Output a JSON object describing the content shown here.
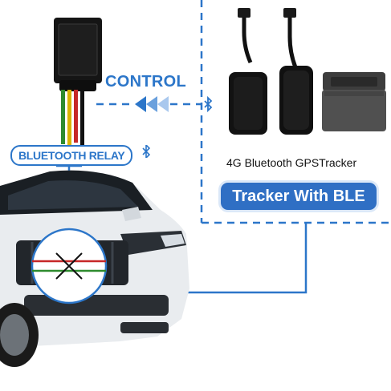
{
  "labels": {
    "control": "CONTROL",
    "bluetooth_relay": "BLUETOOTH RELAY",
    "tracker_caption": "4G Bluetooth GPSTracker",
    "tracker_badge": "Tracker With BLE"
  },
  "icons": {
    "bluetooth": "bluetooth-icon",
    "signal_arrows": "signal-arrows-icon",
    "cut_wire": "cross-icon"
  },
  "colors": {
    "accent_blue": "#2c76c9",
    "badge_blue": "#2f6fc4",
    "wire_red": "#c62828",
    "wire_green": "#2e8b2e",
    "wire_yellow": "#d9b300",
    "device_black": "#111111"
  }
}
